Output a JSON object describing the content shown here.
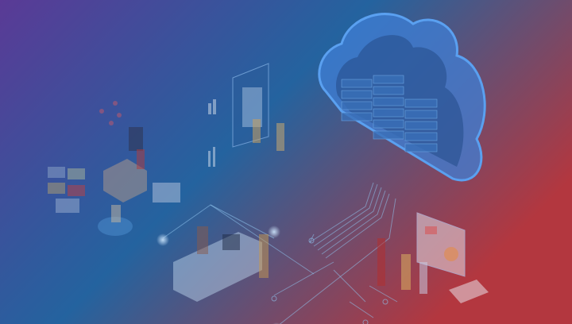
{
  "colors": {
    "gradient_left": "#5a3a96",
    "gradient_mid": "#24639f",
    "gradient_right": "#b3373f",
    "cloud": "#3f7fd6",
    "cloud_edge": "#5aa0f0",
    "circuit": "#8fc4ee"
  },
  "icons": [
    "cloud-server-icon",
    "circuit-lines",
    "people-figures",
    "dashboard-screen"
  ]
}
